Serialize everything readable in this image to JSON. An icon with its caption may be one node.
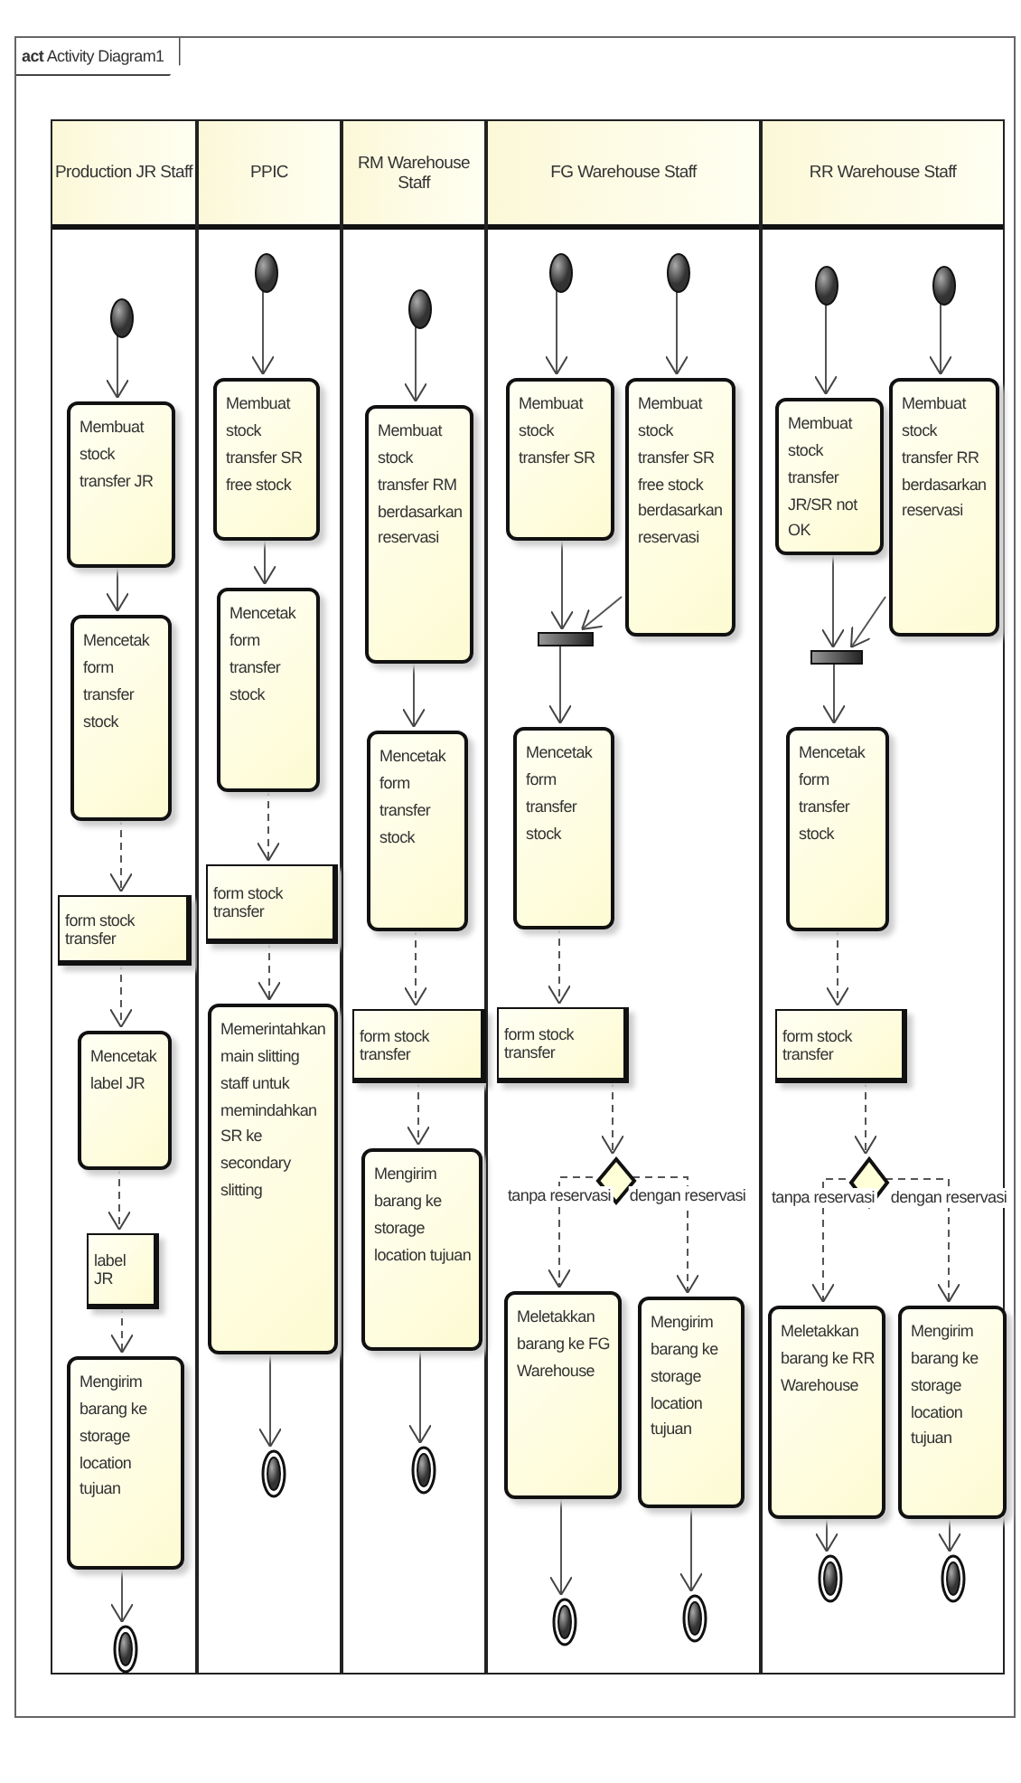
{
  "diagram": {
    "nodes": [
      {
        "text": [
          "**act** Activity Diagram1"
        ]
      },
      {
        "text": [
          "Production JR Staff"
        ],
        "in": 0
      },
      {
        "text": [
          "PPIC"
        ],
        "in": 0
      },
      {
        "text": [
          "RM Warehouse Staff"
        ],
        "in": 0
      },
      {
        "text": [
          "FG Warehouse Staff"
        ],
        "in": 0
      },
      {
        "text": [
          "RR Warehouse Staff"
        ],
        "in": 0
      },
      {
        "text": [],
        "shape": "circle",
        "in": 1
      },
      {
        "text": [
          "Membuat stock transfer JR"
        ],
        "in": 1
      },
      {
        "text": [
          "Mencetak form transfer stock"
        ],
        "in": 1
      },
      {
        "text": [
          "form stock transfer"
        ],
        "in": 1
      },
      {
        "text": [
          "Mencetak label JR"
        ],
        "in": 1
      },
      {
        "text": [
          "label JR"
        ],
        "in": 1
      },
      {
        "text": [
          "Mengirim barang ke storage location tujuan"
        ],
        "in": 1
      },
      {
        "text": [],
        "shape": "circle",
        "in": 1
      },
      {
        "text": [],
        "shape": "circle",
        "in": 2
      },
      {
        "text": [
          "Membuat stock transfer SR free stock"
        ],
        "in": 2
      },
      {
        "text": [
          "Mencetak form transfer stock"
        ],
        "in": 2
      },
      {
        "text": [
          "form stock transfer"
        ],
        "in": 2
      },
      {
        "text": [
          "Memerintahkan main slitting staff untuk memindahkan SR ke secondary slitting"
        ],
        "in": 2
      },
      {
        "text": [],
        "shape": "circle",
        "in": 2
      },
      {
        "text": [],
        "shape": "circle",
        "in": 3
      },
      {
        "text": [
          "Membuat stock transfer RM berdasarkan reservasi"
        ],
        "in": 3
      },
      {
        "text": [
          "Mencetak form transfer stock"
        ],
        "in": 3
      },
      {
        "text": [
          "form stock transfer"
        ],
        "in": 3
      },
      {
        "text": [
          "Mengirim barang ke storage location tujuan"
        ],
        "in": 3
      },
      {
        "text": [],
        "shape": "circle",
        "in": 3
      },
      {
        "text": [],
        "shape": "circle",
        "in": 4
      },
      {
        "text": [],
        "shape": "circle",
        "in": 4
      },
      {
        "text": [
          "Membuat stock transfer SR"
        ],
        "in": 4
      },
      {
        "text": [
          "Membuat stock transfer SR free stock berdasarkan reservasi"
        ],
        "in": 4
      },
      {
        "text": [],
        "shape": "bar",
        "in": 4
      },
      {
        "text": [
          "Mencetak form transfer stock"
        ],
        "in": 4
      },
      {
        "text": [
          "form stock transfer"
        ],
        "in": 4
      },
      {
        "text": [],
        "shape": "diamond",
        "in": 4
      },
      {
        "text": [
          "Meletakkan barang ke FG Warehouse"
        ],
        "in": 4
      },
      {
        "text": [
          "Mengirim barang ke storage location tujuan"
        ],
        "in": 4
      },
      {
        "text": [],
        "shape": "circle",
        "in": 4
      },
      {
        "text": [],
        "shape": "circle",
        "in": 4
      },
      {
        "text": [],
        "shape": "circle",
        "in": 5
      },
      {
        "text": [],
        "shape": "circle",
        "in": 5
      },
      {
        "text": [
          "Membuat stock transfer JR/SR not OK"
        ],
        "in": 5
      },
      {
        "text": [
          "Membuat stock transfer RR berdasarkan reservasi"
        ],
        "in": 5
      },
      {
        "text": [],
        "shape": "bar",
        "in": 5
      },
      {
        "text": [
          "Mencetak form transfer stock"
        ],
        "in": 5
      },
      {
        "text": [
          "form stock transfer"
        ],
        "in": 5
      },
      {
        "text": [],
        "shape": "diamond",
        "in": 5
      },
      {
        "text": [
          "Meletakkan barang ke RR Warehouse"
        ],
        "in": 5
      },
      {
        "text": [
          "Mengirim barang ke storage location tujuan"
        ],
        "in": 5
      },
      {
        "text": [],
        "shape": "circle",
        "in": 5
      },
      {
        "text": [],
        "shape": "circle",
        "in": 5
      }
    ],
    "edges": [
      {
        "from": 6,
        "to": 7,
        "arrow": "to"
      },
      {
        "from": 7,
        "to": 8,
        "arrow": "to"
      },
      {
        "from": 8,
        "to": 9,
        "arrow": "to",
        "style": "dashed"
      },
      {
        "from": 9,
        "to": 10,
        "arrow": "to",
        "style": "dashed"
      },
      {
        "from": 10,
        "to": 11,
        "arrow": "to",
        "style": "dashed"
      },
      {
        "from": 11,
        "to": 12,
        "arrow": "to",
        "style": "dashed"
      },
      {
        "from": 12,
        "to": 13,
        "arrow": "to"
      },
      {
        "from": 14,
        "to": 15,
        "arrow": "to"
      },
      {
        "from": 15,
        "to": 16,
        "arrow": "to"
      },
      {
        "from": 16,
        "to": 17,
        "arrow": "to",
        "style": "dashed"
      },
      {
        "from": 17,
        "to": 18,
        "arrow": "to",
        "style": "dashed"
      },
      {
        "from": 18,
        "to": 19,
        "arrow": "to"
      },
      {
        "from": 20,
        "to": 21,
        "arrow": "to"
      },
      {
        "from": 21,
        "to": 22,
        "arrow": "to"
      },
      {
        "from": 22,
        "to": 23,
        "arrow": "to",
        "style": "dashed"
      },
      {
        "from": 23,
        "to": 24,
        "arrow": "to",
        "style": "dashed"
      },
      {
        "from": 24,
        "to": 25,
        "arrow": "to"
      },
      {
        "from": 26,
        "to": 28,
        "arrow": "to"
      },
      {
        "from": 27,
        "to": 29,
        "arrow": "to"
      },
      {
        "from": 28,
        "to": 30,
        "arrow": "to"
      },
      {
        "from": 29,
        "to": 30,
        "arrow": "to"
      },
      {
        "from": 30,
        "to": 31,
        "arrow": "to"
      },
      {
        "from": 31,
        "to": 32,
        "arrow": "to",
        "style": "dashed"
      },
      {
        "from": 32,
        "to": 33,
        "arrow": "to",
        "style": "dashed"
      },
      {
        "from": 33,
        "to": 34,
        "arrow": "to",
        "style": "dashed",
        "label": "tanpa reservasi"
      },
      {
        "from": 33,
        "to": 35,
        "arrow": "to",
        "style": "dashed",
        "label": "dengan reservasi"
      },
      {
        "from": 34,
        "to": 36,
        "arrow": "to"
      },
      {
        "from": 35,
        "to": 37,
        "arrow": "to"
      },
      {
        "from": 38,
        "to": 40,
        "arrow": "to"
      },
      {
        "from": 39,
        "to": 41,
        "arrow": "to"
      },
      {
        "from": 40,
        "to": 42,
        "arrow": "to"
      },
      {
        "from": 41,
        "to": 42,
        "arrow": "to"
      },
      {
        "from": 42,
        "to": 43,
        "arrow": "to"
      },
      {
        "from": 43,
        "to": 44,
        "arrow": "to",
        "style": "dashed"
      },
      {
        "from": 44,
        "to": 45,
        "arrow": "to",
        "style": "dashed"
      },
      {
        "from": 45,
        "to": 46,
        "arrow": "to",
        "style": "dashed",
        "label": "tanpa reservasi"
      },
      {
        "from": 45,
        "to": 47,
        "arrow": "to",
        "style": "dashed",
        "label": "dengan reservasi"
      },
      {
        "from": 46,
        "to": 48,
        "arrow": "to"
      },
      {
        "from": 47,
        "to": 49,
        "arrow": "to"
      }
    ]
  }
}
